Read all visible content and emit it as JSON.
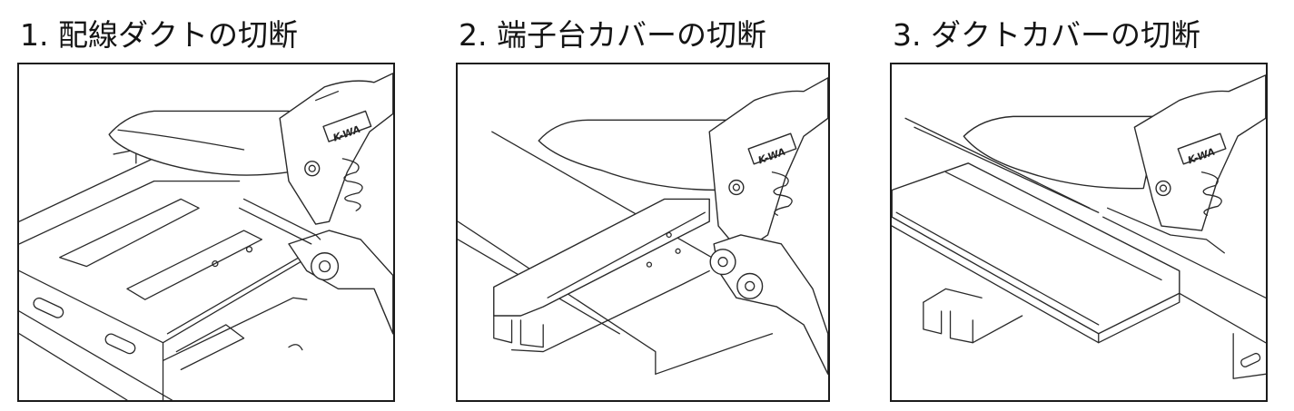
{
  "steps": [
    {
      "number": "1.",
      "title": "1. 配線ダクトの切断",
      "illustration": "tool-cutting-wiring-duct",
      "brand_label": "K-WA"
    },
    {
      "number": "2.",
      "title": "2. 端子台カバーの切断",
      "illustration": "tool-cutting-terminal-block-cover",
      "brand_label": "K-WA"
    },
    {
      "number": "3.",
      "title": "3. ダクトカバーの切断",
      "illustration": "tool-cutting-duct-cover",
      "brand_label": "K-WA"
    }
  ],
  "colors": {
    "line": "#2a2a2a",
    "frame": "#1b1b1b",
    "background": "#ffffff"
  }
}
